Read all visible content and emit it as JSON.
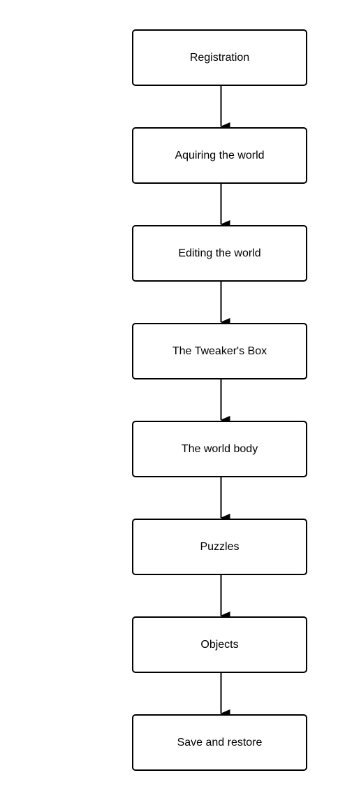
{
  "diagram": {
    "type": "vertical-flowchart",
    "colors": {
      "background": "#ffffff",
      "box_border": "#000000",
      "arrow": "#000000",
      "text": "#000000"
    },
    "nodes": [
      {
        "label": "Registration"
      },
      {
        "label": "Aquiring the world"
      },
      {
        "label": "Editing the world"
      },
      {
        "label": "The Tweaker's Box"
      },
      {
        "label": "The world body"
      },
      {
        "label": "Puzzles"
      },
      {
        "label": "Objects"
      },
      {
        "label": "Save and restore"
      }
    ],
    "edges": [
      {
        "from": 0,
        "to": 1
      },
      {
        "from": 1,
        "to": 2
      },
      {
        "from": 2,
        "to": 3
      },
      {
        "from": 3,
        "to": 4
      },
      {
        "from": 4,
        "to": 5
      },
      {
        "from": 5,
        "to": 6
      },
      {
        "from": 6,
        "to": 7
      }
    ]
  }
}
